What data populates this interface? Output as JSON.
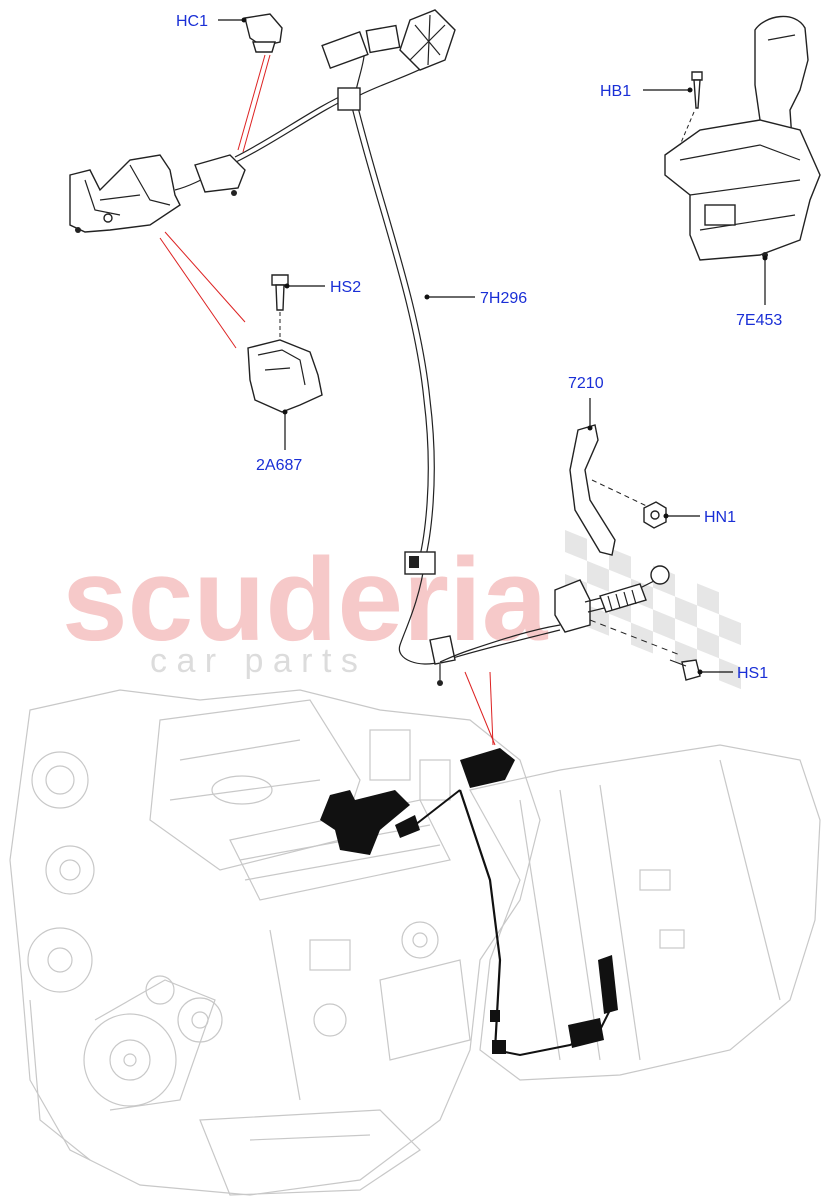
{
  "watermark": {
    "brand": "scuderia",
    "tagline": "c a r   p a r t s"
  },
  "colors": {
    "callout_text": "#1a2fd6",
    "watermark_brand": "#f6c9c9",
    "watermark_tagline": "#dcdcdc",
    "reference_line": "#dd2222",
    "harness_highlight": "#000000"
  },
  "callouts": {
    "hc1": "HC1",
    "hb1": "HB1",
    "hs2": "HS2",
    "h7h296": "7H296",
    "e7e453": "7E453",
    "a2a687": "2A687",
    "p7210": "7210",
    "hn1": "HN1",
    "hs1": "HS1"
  }
}
